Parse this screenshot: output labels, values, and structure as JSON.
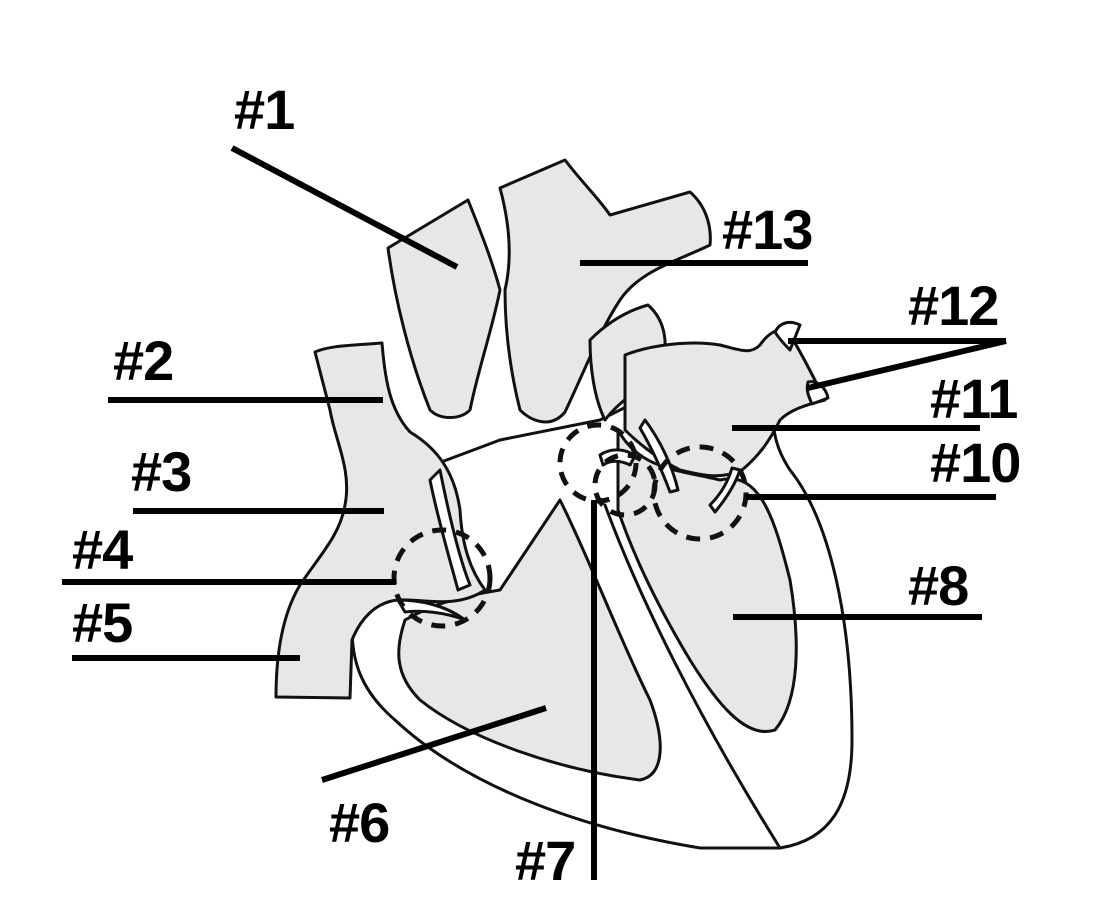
{
  "diagram": {
    "labels": {
      "l1": "#1",
      "l2": "#2",
      "l3": "#3",
      "l4": "#4",
      "l5": "#5",
      "l6": "#6",
      "l7": "#7",
      "l8": "#8",
      "l10": "#10",
      "l11": "#11",
      "l12": "#12",
      "l13": "#13"
    },
    "colors": {
      "fill": "#e6e7e9",
      "stroke": "#111111",
      "background": "#ffffff"
    }
  }
}
